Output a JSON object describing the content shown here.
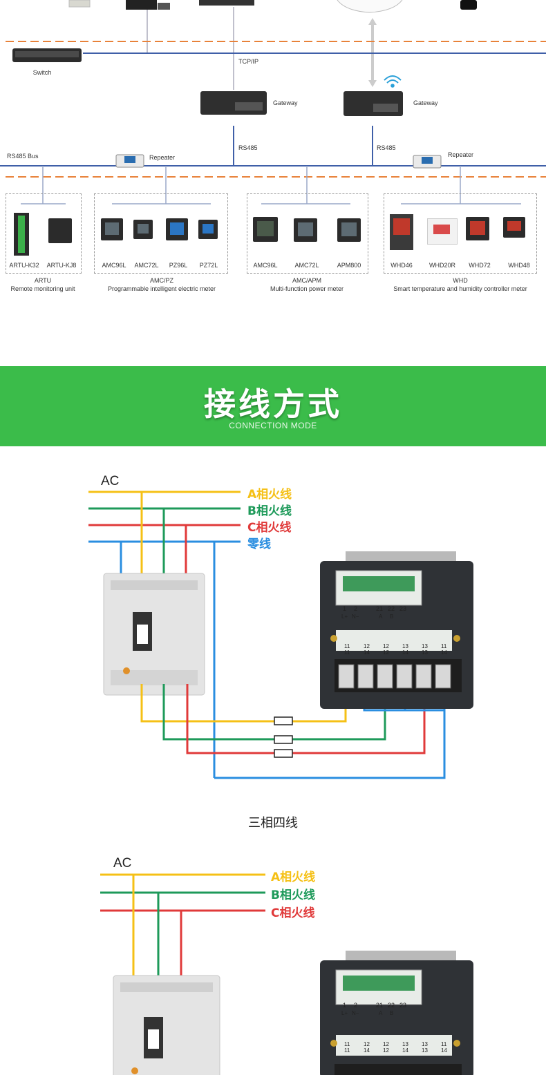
{
  "network": {
    "switch_label": "Switch",
    "tcp_label": "TCP/IP",
    "gateway_label": "Gateway",
    "rs485_bus_label": "RS485 Bus",
    "rs485_label": "RS485",
    "repeater_label": "Repeater",
    "groups": [
      {
        "items": [
          "ARTU-K32",
          "ARTU-KJ8"
        ],
        "name": "ARTU",
        "desc": "Remote monitoring unit"
      },
      {
        "items": [
          "AMC96L",
          "AMC72L",
          "PZ96L",
          "PZ72L"
        ],
        "name": "AMC/PZ",
        "desc": "Programmable intelligent electric meter"
      },
      {
        "items": [
          "AMC96L",
          "AMC72L",
          "APM800"
        ],
        "name": "AMC/APM",
        "desc": "Multi-function power meter"
      },
      {
        "items": [
          "WHD46",
          "WHD20R",
          "WHD72",
          "WHD48"
        ],
        "name": "WHD",
        "desc": "Smart temperature and humidity controller meter"
      }
    ],
    "colors": {
      "bus": "#3f5fa8",
      "dash": "#e8823a",
      "drop": "#9aa9c9"
    }
  },
  "banner": {
    "title": "接线方式",
    "subtitle": "CONNECTION MODE",
    "color": "#3bbc4a"
  },
  "diagram1": {
    "ac_label": "AC",
    "wires": [
      {
        "label": "A相火线",
        "color": "#f5c016"
      },
      {
        "label": "B相火线",
        "color": "#1e9a5a"
      },
      {
        "label": "C相火线",
        "color": "#e03a3a"
      },
      {
        "label": "零线",
        "color": "#2a8ee0"
      }
    ],
    "terminal_top": [
      "1",
      "2",
      "21",
      "22",
      "23"
    ],
    "terminal_top_sub": [
      "L+",
      "N−",
      "A",
      "B"
    ],
    "terminal_bottom": [
      "11",
      "12",
      "12",
      "13",
      "13",
      "11"
    ],
    "terminal_bottom2": [
      "11",
      "14",
      "12",
      "14",
      "13",
      "14"
    ],
    "caption": "三相四线"
  },
  "diagram2": {
    "ac_label": "AC",
    "wires": [
      {
        "label": "A相火线",
        "color": "#f5c016"
      },
      {
        "label": "B相火线",
        "color": "#1e9a5a"
      },
      {
        "label": "C相火线",
        "color": "#e03a3a"
      }
    ],
    "terminal_top": [
      "1",
      "2",
      "21",
      "22",
      "23"
    ],
    "terminal_top_sub": [
      "L+",
      "N−",
      "A",
      "B"
    ],
    "terminal_bottom": [
      "11",
      "12",
      "12",
      "13",
      "13",
      "11"
    ],
    "terminal_bottom2": [
      "11",
      "14",
      "12",
      "14",
      "13",
      "14"
    ]
  }
}
